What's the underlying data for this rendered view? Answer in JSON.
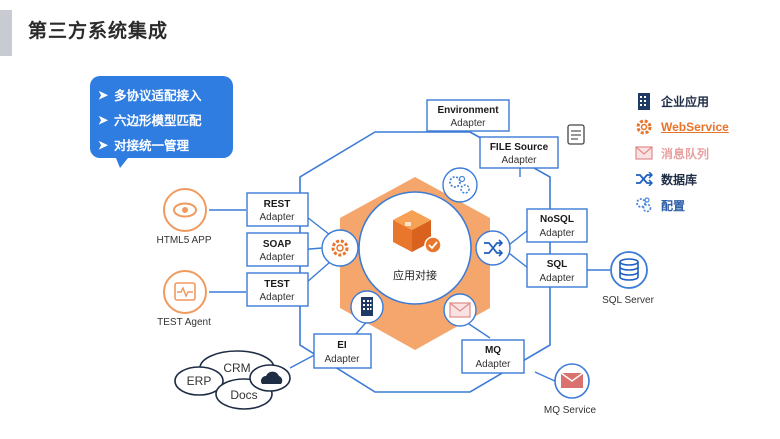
{
  "slide": {
    "title": "第三方系统集成"
  },
  "callout": {
    "items": [
      "多协议适配接入",
      "六边形模型匹配",
      "对接统一管理"
    ]
  },
  "legend": {
    "items": [
      {
        "label": "企业应用",
        "icon": "building-icon",
        "color": "#1f3a64"
      },
      {
        "label": "WebService",
        "icon": "gear-icon",
        "color": "#e8732b"
      },
      {
        "label": "消息队列",
        "icon": "envelope-icon",
        "color": "#e9a0a0"
      },
      {
        "label": "数据库",
        "icon": "shuffle-icon",
        "color": "#1f5fbf"
      },
      {
        "label": "配置",
        "icon": "cog-cluster-icon",
        "color": "#2f7de1"
      }
    ]
  },
  "center": {
    "label": "应用对接",
    "hex_color": "#f4a66c",
    "ring_color": "#3c7bd6"
  },
  "adapters": {
    "environment": {
      "title": "Environment",
      "sub": "Adapter"
    },
    "file_source": {
      "title": "FILE Source",
      "sub": "Adapter"
    },
    "rest": {
      "title": "REST",
      "sub": "Adapter"
    },
    "soap": {
      "title": "SOAP",
      "sub": "Adapter"
    },
    "test": {
      "title": "TEST",
      "sub": "Adapter"
    },
    "nosql": {
      "title": "NoSQL",
      "sub": "Adapter"
    },
    "sql": {
      "title": "SQL",
      "sub": "Adapter"
    },
    "ei": {
      "title": "EI",
      "sub": "Adapter"
    },
    "mq": {
      "title": "MQ",
      "sub": "Adapter"
    }
  },
  "external": {
    "html5": "HTML5 APP",
    "test_agent": "TEST Agent",
    "sql_server": "SQL Server",
    "mq_service": "MQ Service",
    "cloud_crm": "CRM",
    "cloud_erp": "ERP",
    "cloud_docs": "Docs"
  }
}
